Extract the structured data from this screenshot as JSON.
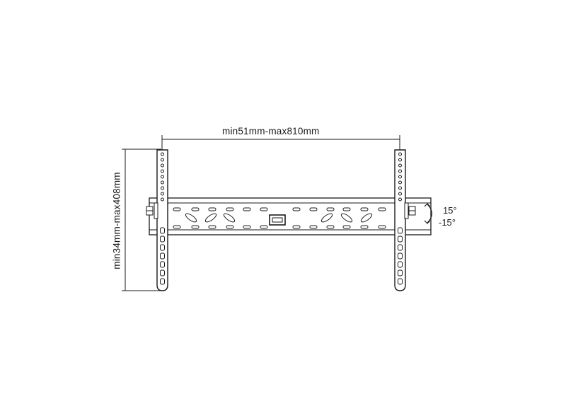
{
  "dimensions": {
    "horizontal_range": "min51mm-max810mm",
    "vertical_range": "min34mm-max408mm"
  },
  "tilt": {
    "up": "15°",
    "down": "-15°"
  },
  "colors": {
    "line": "#1a1a1a",
    "fill": "#ffffff"
  }
}
